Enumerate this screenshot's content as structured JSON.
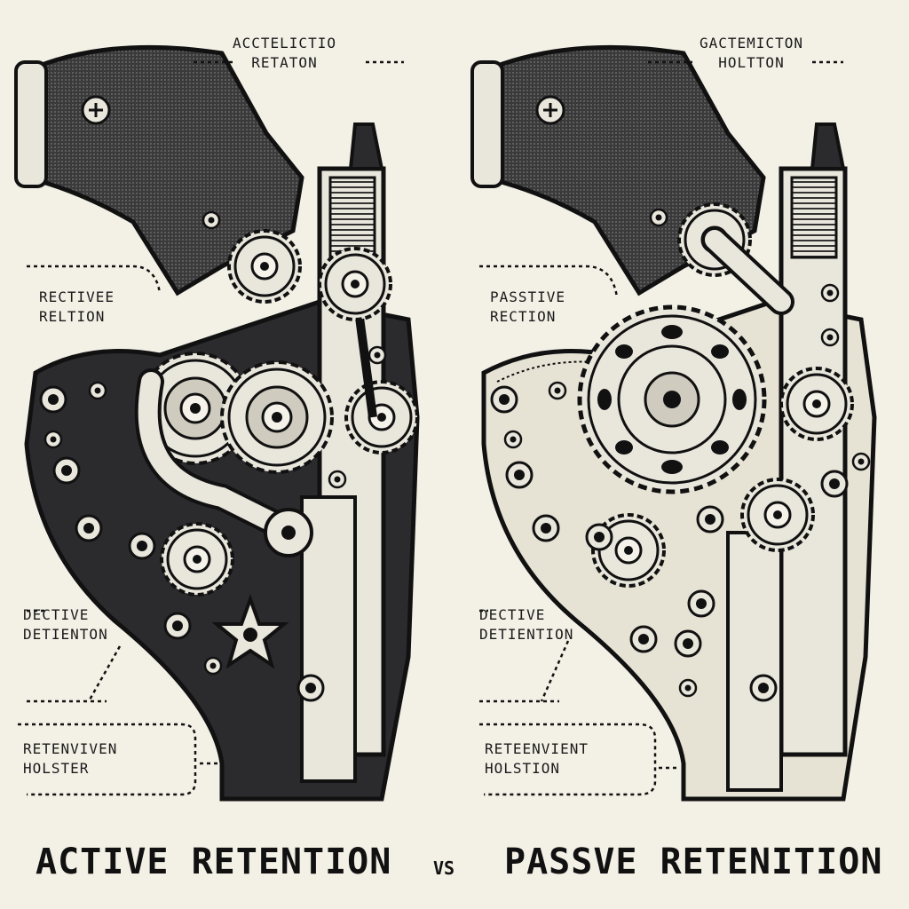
{
  "left_panel": {
    "callouts": {
      "top": [
        "ACCTELICTIO",
        "RETATON"
      ],
      "upper": [
        "RECTIVEE",
        "RELTION"
      ],
      "lower": [
        "DECTIVE",
        "DETIENTON"
      ],
      "bottom": [
        "RETENVIVEN",
        "HOLSTER"
      ]
    },
    "caption": "ACTIVE RETENTION",
    "holster_color": "#2b2b2e"
  },
  "right_panel": {
    "callouts": {
      "top": [
        "GACTEMICTON",
        "HOLTTON"
      ],
      "upper": [
        "PASSTIVE",
        "RECTION"
      ],
      "lower": [
        "DECTIVE",
        "DETIENTION"
      ],
      "bottom": [
        "RETEENVIENT",
        "HOLSTION"
      ]
    },
    "caption": "PASSVE RETENITION",
    "holster_color": "#e6e2d4"
  },
  "separator": "VS",
  "colors": {
    "background": "#f3f0e6",
    "ink": "#111111",
    "metal": "#e9e6dc",
    "grip": "#3a3a3a"
  }
}
